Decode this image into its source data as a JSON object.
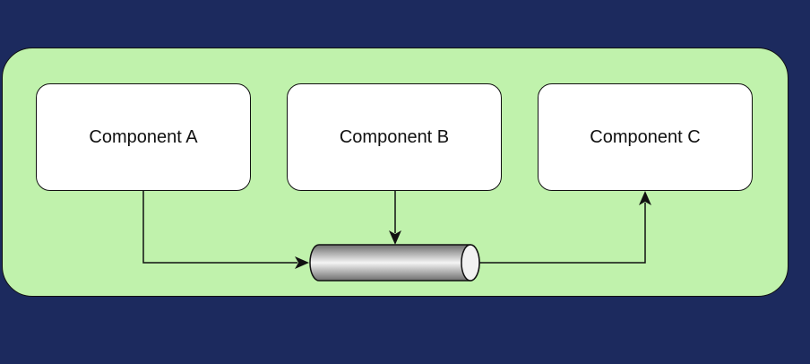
{
  "diagram": {
    "components": [
      {
        "id": "a",
        "label": "Component A"
      },
      {
        "id": "b",
        "label": "Component B"
      },
      {
        "id": "c",
        "label": "Component C"
      }
    ],
    "connectors": [
      {
        "from": "Component A",
        "to": "pipe"
      },
      {
        "from": "Component B",
        "to": "pipe"
      },
      {
        "from": "pipe",
        "to": "Component C"
      }
    ]
  },
  "colors": {
    "background": "#1c2a5e",
    "container_fill": "#c0f2ac",
    "box_fill": "#ffffff",
    "pipe_shade": "#9a9a9a",
    "line": "#111111"
  }
}
